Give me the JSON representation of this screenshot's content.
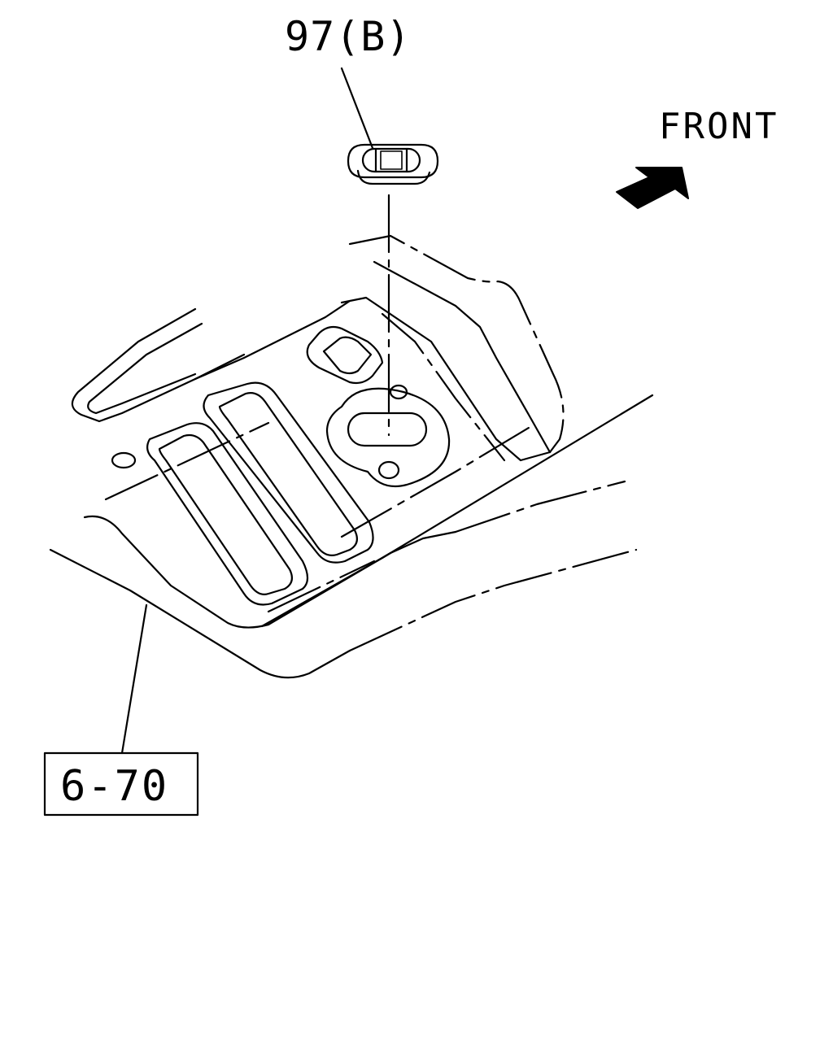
{
  "labels": {
    "part_callout": "97(B)",
    "direction": "FRONT",
    "reference_box": "6-70"
  },
  "colors": {
    "line": "#000000",
    "background": "#ffffff"
  },
  "icons": {
    "direction_arrow": "front-arrow-icon",
    "part": "grommet-plug-icon"
  }
}
